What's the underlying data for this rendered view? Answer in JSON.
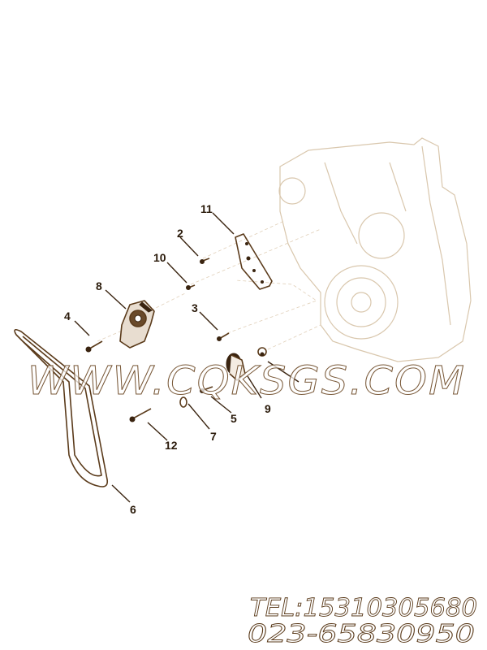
{
  "callouts": {
    "c2": "2",
    "c3": "3",
    "c4": "4",
    "c5": "5",
    "c6": "6",
    "c7": "7",
    "c8": "8",
    "c9": "9",
    "c10": "10",
    "c11": "11",
    "c12": "12"
  },
  "watermark": "WWW.CQKSGS.COM",
  "contact": {
    "tel": "TEL:15310305680",
    "phone": "023-65830950"
  },
  "colors": {
    "line": "#5a3a1a",
    "engine": "#d9c7ad"
  }
}
